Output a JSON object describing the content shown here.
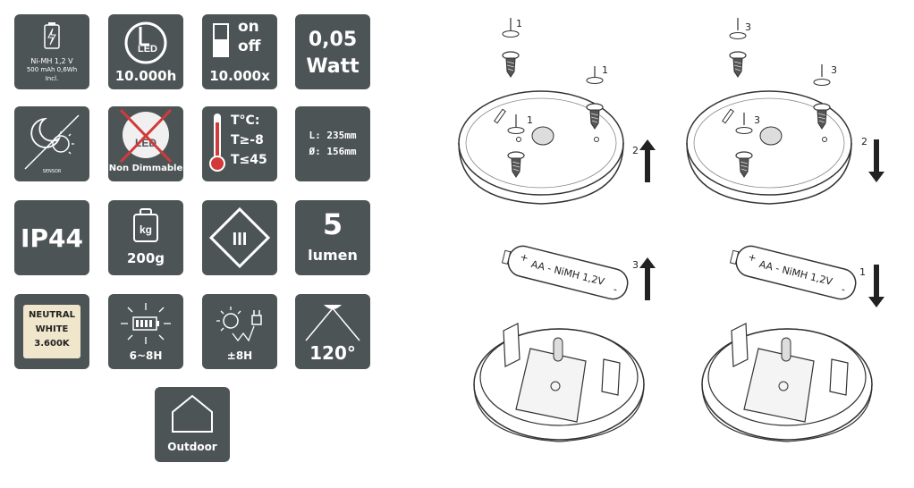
{
  "colors": {
    "tile_bg": "#4d5456",
    "tile_fg": "#ffffff",
    "accent_red": "#d23a3a",
    "neutral_white_bg": "#efe6cc",
    "diagram_stroke": "#333333"
  },
  "tiles": {
    "battery": {
      "icon": "battery-icon",
      "line1": "Ni-MH 1,2 V",
      "line2": "500 mAh 0,6Wh",
      "line3": "Incl."
    },
    "led_life": {
      "icon": "led-clock-icon",
      "icon_text": "LED",
      "value": "10.000h"
    },
    "switch": {
      "icon": "switch-icon",
      "on": "on",
      "off": "off",
      "value": "10.000x"
    },
    "power": {
      "line1": "0,05",
      "line2": "Watt"
    },
    "sensor": {
      "icon": "night-sensor-icon",
      "label": "SENSOR"
    },
    "non_dimmable": {
      "icon": "led-crossed-icon",
      "icon_text": "LED",
      "label": "Non Dimmable"
    },
    "temperature": {
      "icon": "thermometer-icon",
      "line1": "T°C:",
      "line2": "T≥-8",
      "line3": "T≤45"
    },
    "dimensions": {
      "line1": "L: 235mm",
      "line2": "Ø: 156mm"
    },
    "ip": {
      "label": "IP44"
    },
    "weight": {
      "icon": "weight-icon",
      "icon_text": "kg",
      "value": "200g"
    },
    "class3": {
      "icon": "class-iii-icon",
      "icon_text": "III"
    },
    "lumen": {
      "value": "5",
      "unit": "lumen"
    },
    "color_temp": {
      "line1": "NEUTRAL",
      "line2": "WHITE",
      "line3": "3.600K"
    },
    "charge": {
      "icon": "battery-charging-icon",
      "value": "6~8H"
    },
    "solar": {
      "icon": "sun-plug-icon",
      "value": "±8H"
    },
    "angle": {
      "icon": "beam-angle-icon",
      "value": "120°"
    },
    "outdoor": {
      "icon": "house-icon",
      "label": "Outdoor"
    }
  },
  "diagram": {
    "top_left": {
      "screw_labels": [
        "1",
        "1",
        "1"
      ],
      "arrow_label": "2",
      "arrow_dir": "up"
    },
    "top_right": {
      "screw_labels": [
        "3",
        "3",
        "3"
      ],
      "arrow_label": "2",
      "arrow_dir": "down"
    },
    "bottom_left": {
      "battery_text": "AA - NiMH 1,2V",
      "plus": "+",
      "minus": "-",
      "arrow_label": "3",
      "arrow_dir": "up"
    },
    "bottom_right": {
      "battery_text": "AA - NiMH 1,2V",
      "plus": "+",
      "minus": "-",
      "arrow_label": "1",
      "arrow_dir": "down"
    }
  }
}
